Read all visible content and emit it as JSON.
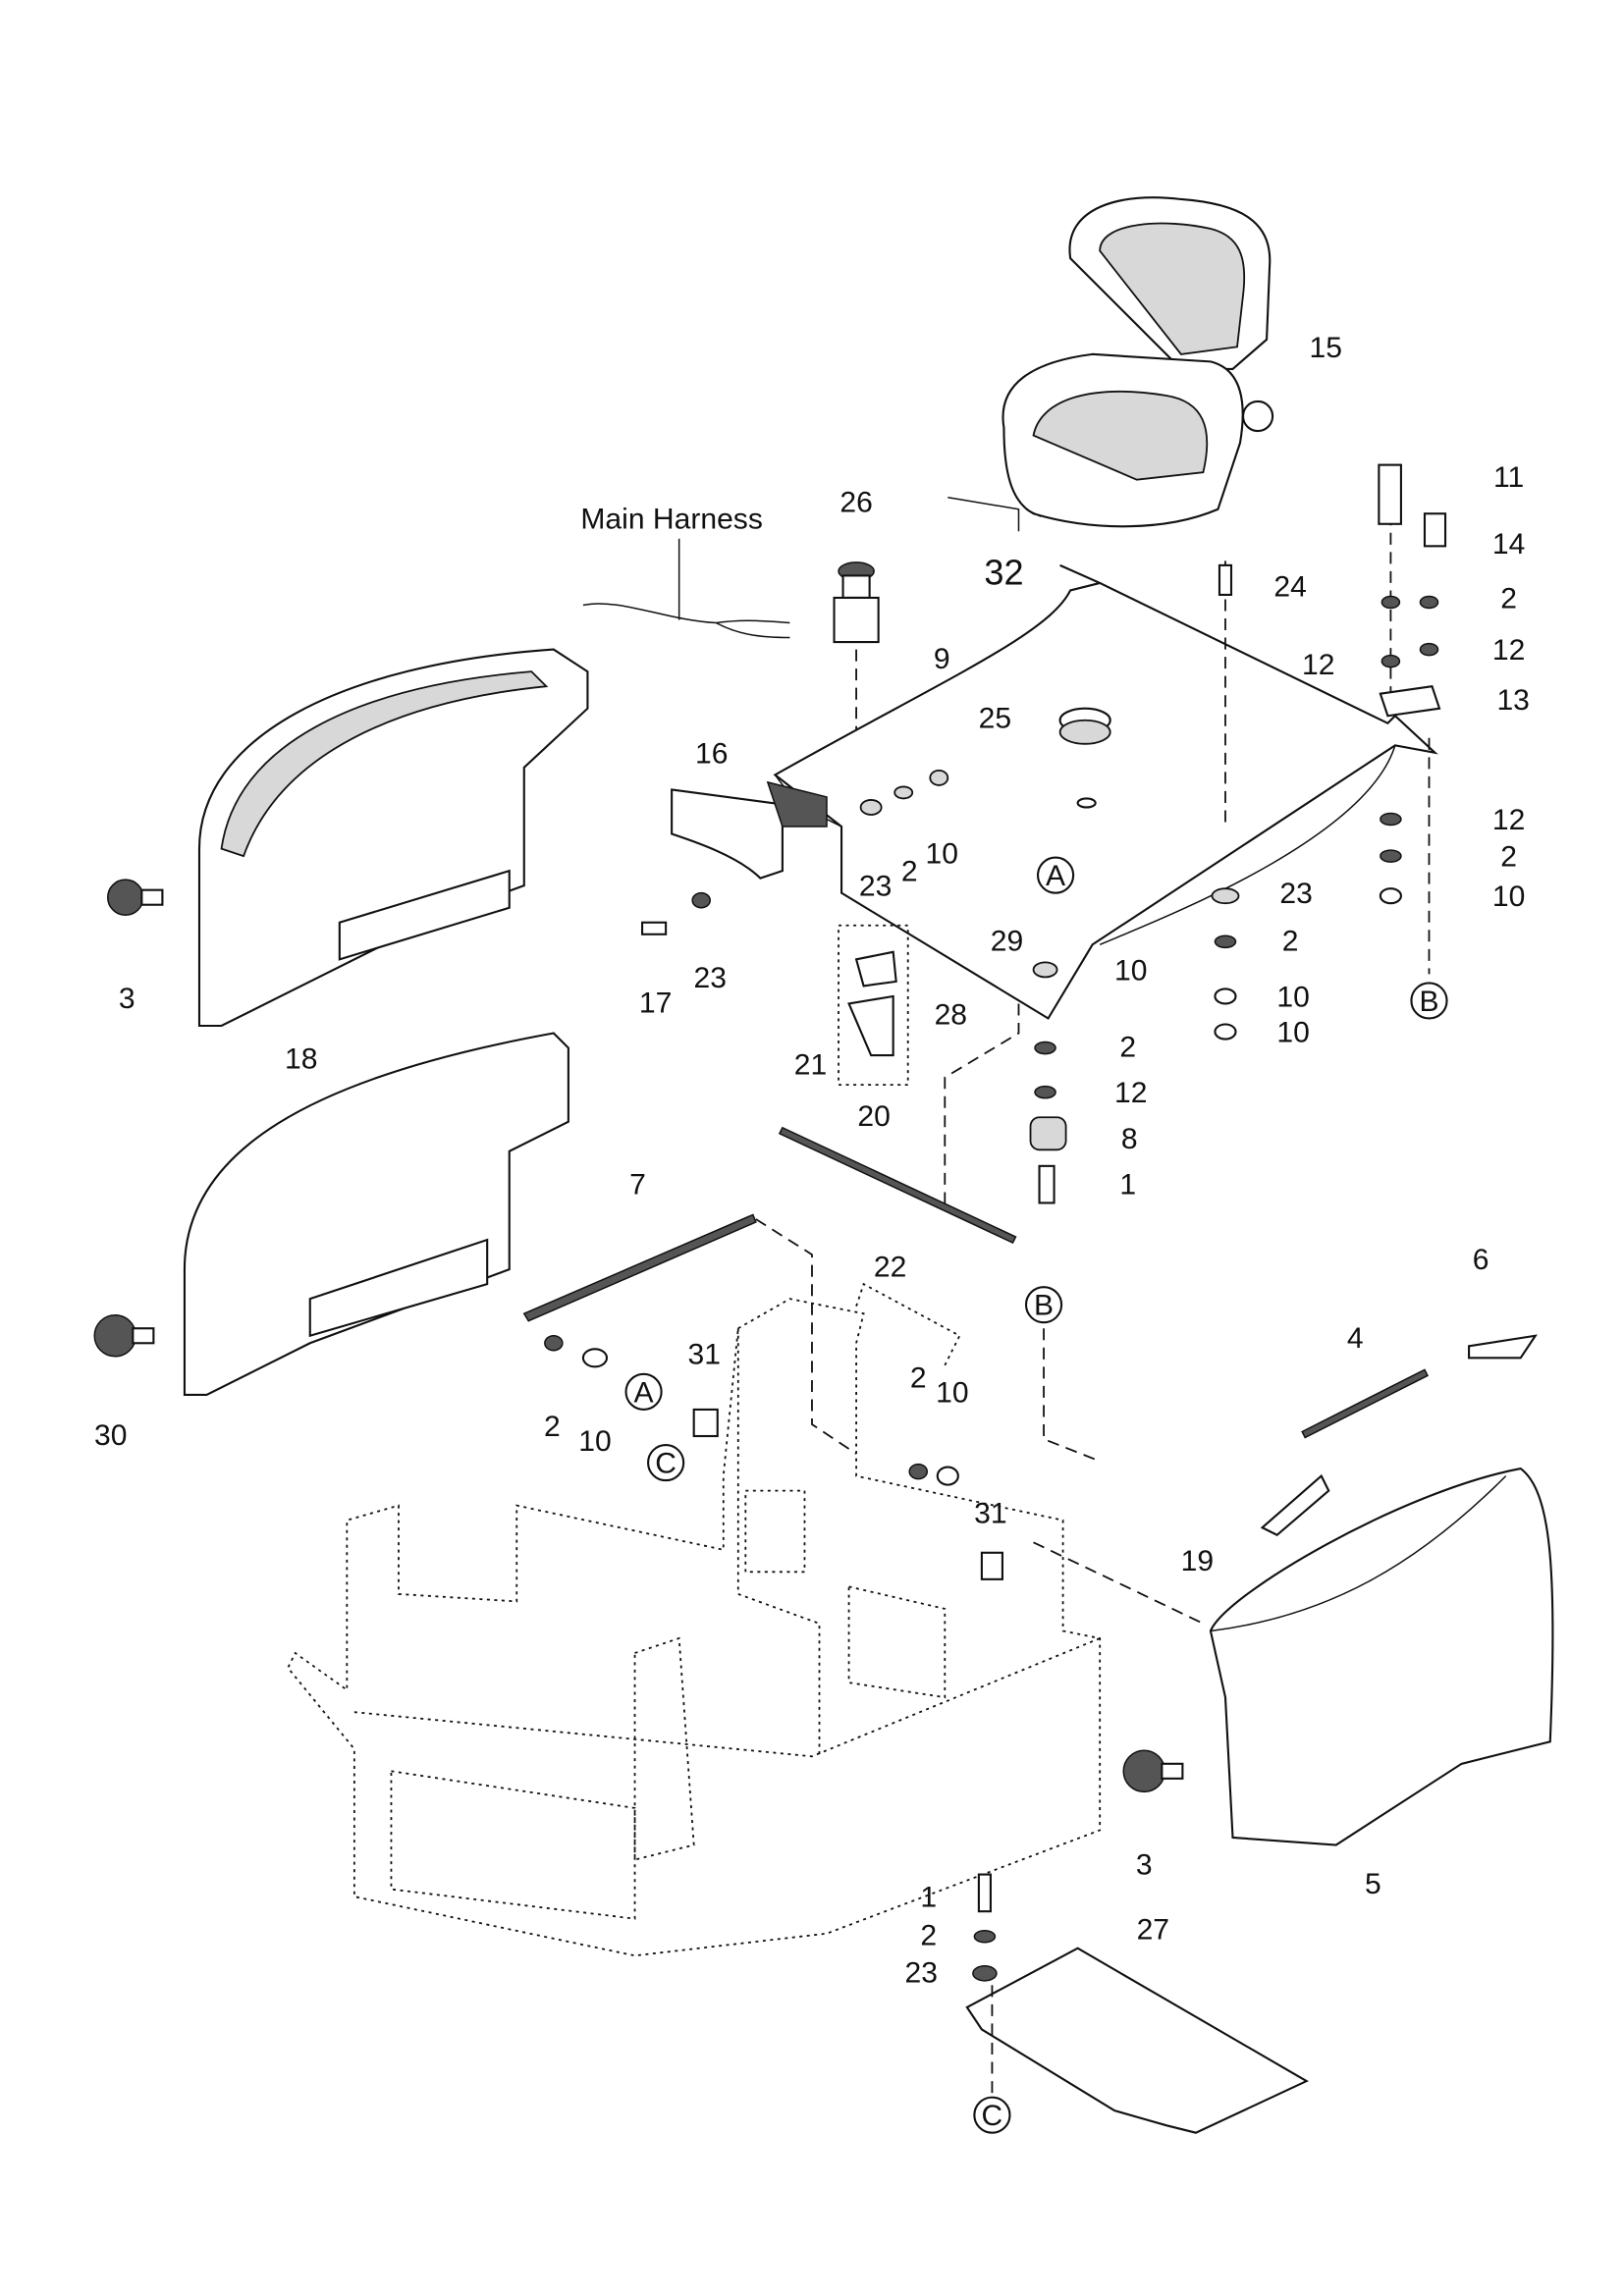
{
  "diagram": {
    "harness_label": "Main Harness",
    "callouts": [
      "26",
      "32",
      "15",
      "11",
      "14",
      "24",
      "2",
      "12",
      "12",
      "13",
      "9",
      "25",
      "16",
      "23",
      "2",
      "10",
      "12",
      "2",
      "10",
      "23",
      "2",
      "29",
      "10",
      "10",
      "10",
      "3",
      "17",
      "23",
      "28",
      "21",
      "18",
      "2",
      "12",
      "20",
      "8",
      "1",
      "7",
      "22",
      "6",
      "4",
      "31",
      "2",
      "10",
      "2",
      "10",
      "30",
      "31",
      "19",
      "3",
      "5",
      "1",
      "2",
      "23",
      "27"
    ],
    "reference_markers": [
      "A",
      "B",
      "B",
      "A",
      "C",
      "C"
    ]
  }
}
